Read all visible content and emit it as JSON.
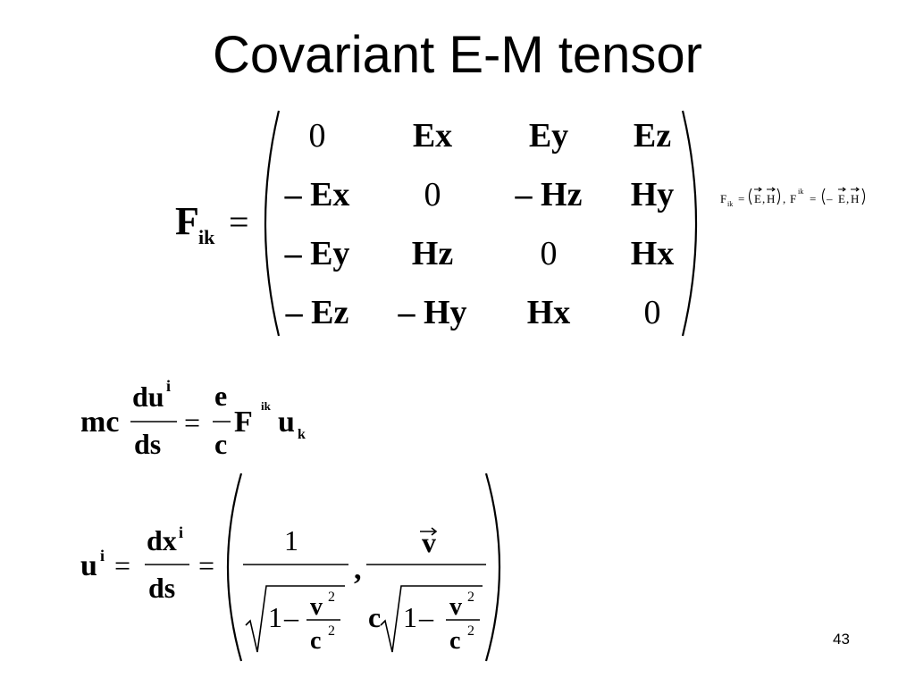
{
  "slide": {
    "title": "Covariant E-M tensor",
    "page_number": "43"
  },
  "tensor": {
    "lhs_symbol": "F",
    "lhs_index": "ik",
    "equals": "=",
    "matrix": [
      [
        "0",
        "Ex",
        "Ey",
        "Ez"
      ],
      [
        "– Ex",
        "0",
        "– Hz",
        "Hy"
      ],
      [
        "– Ey",
        "Hz",
        "0",
        "Hx"
      ],
      [
        "– Ez",
        "– Hy",
        "Hx",
        "0"
      ]
    ]
  },
  "side_note": {
    "F": "F",
    "ik": "ik",
    "eq": "=",
    "E": "E",
    "H": "H",
    "minus": "–",
    "comma": ","
  },
  "eq_motion": {
    "mc": "mc",
    "du": "du",
    "i": "i",
    "ds": "ds",
    "eq": "=",
    "e": "e",
    "c": "c",
    "F": "F",
    "ik": "ik",
    "u": "u",
    "k": "k"
  },
  "four_velocity": {
    "u": "u",
    "i": "i",
    "eq": "=",
    "dx": "dx",
    "ds": "ds",
    "one": "1",
    "minus": "–",
    "v": "v",
    "c": "c",
    "two": "2",
    "comma": ","
  }
}
